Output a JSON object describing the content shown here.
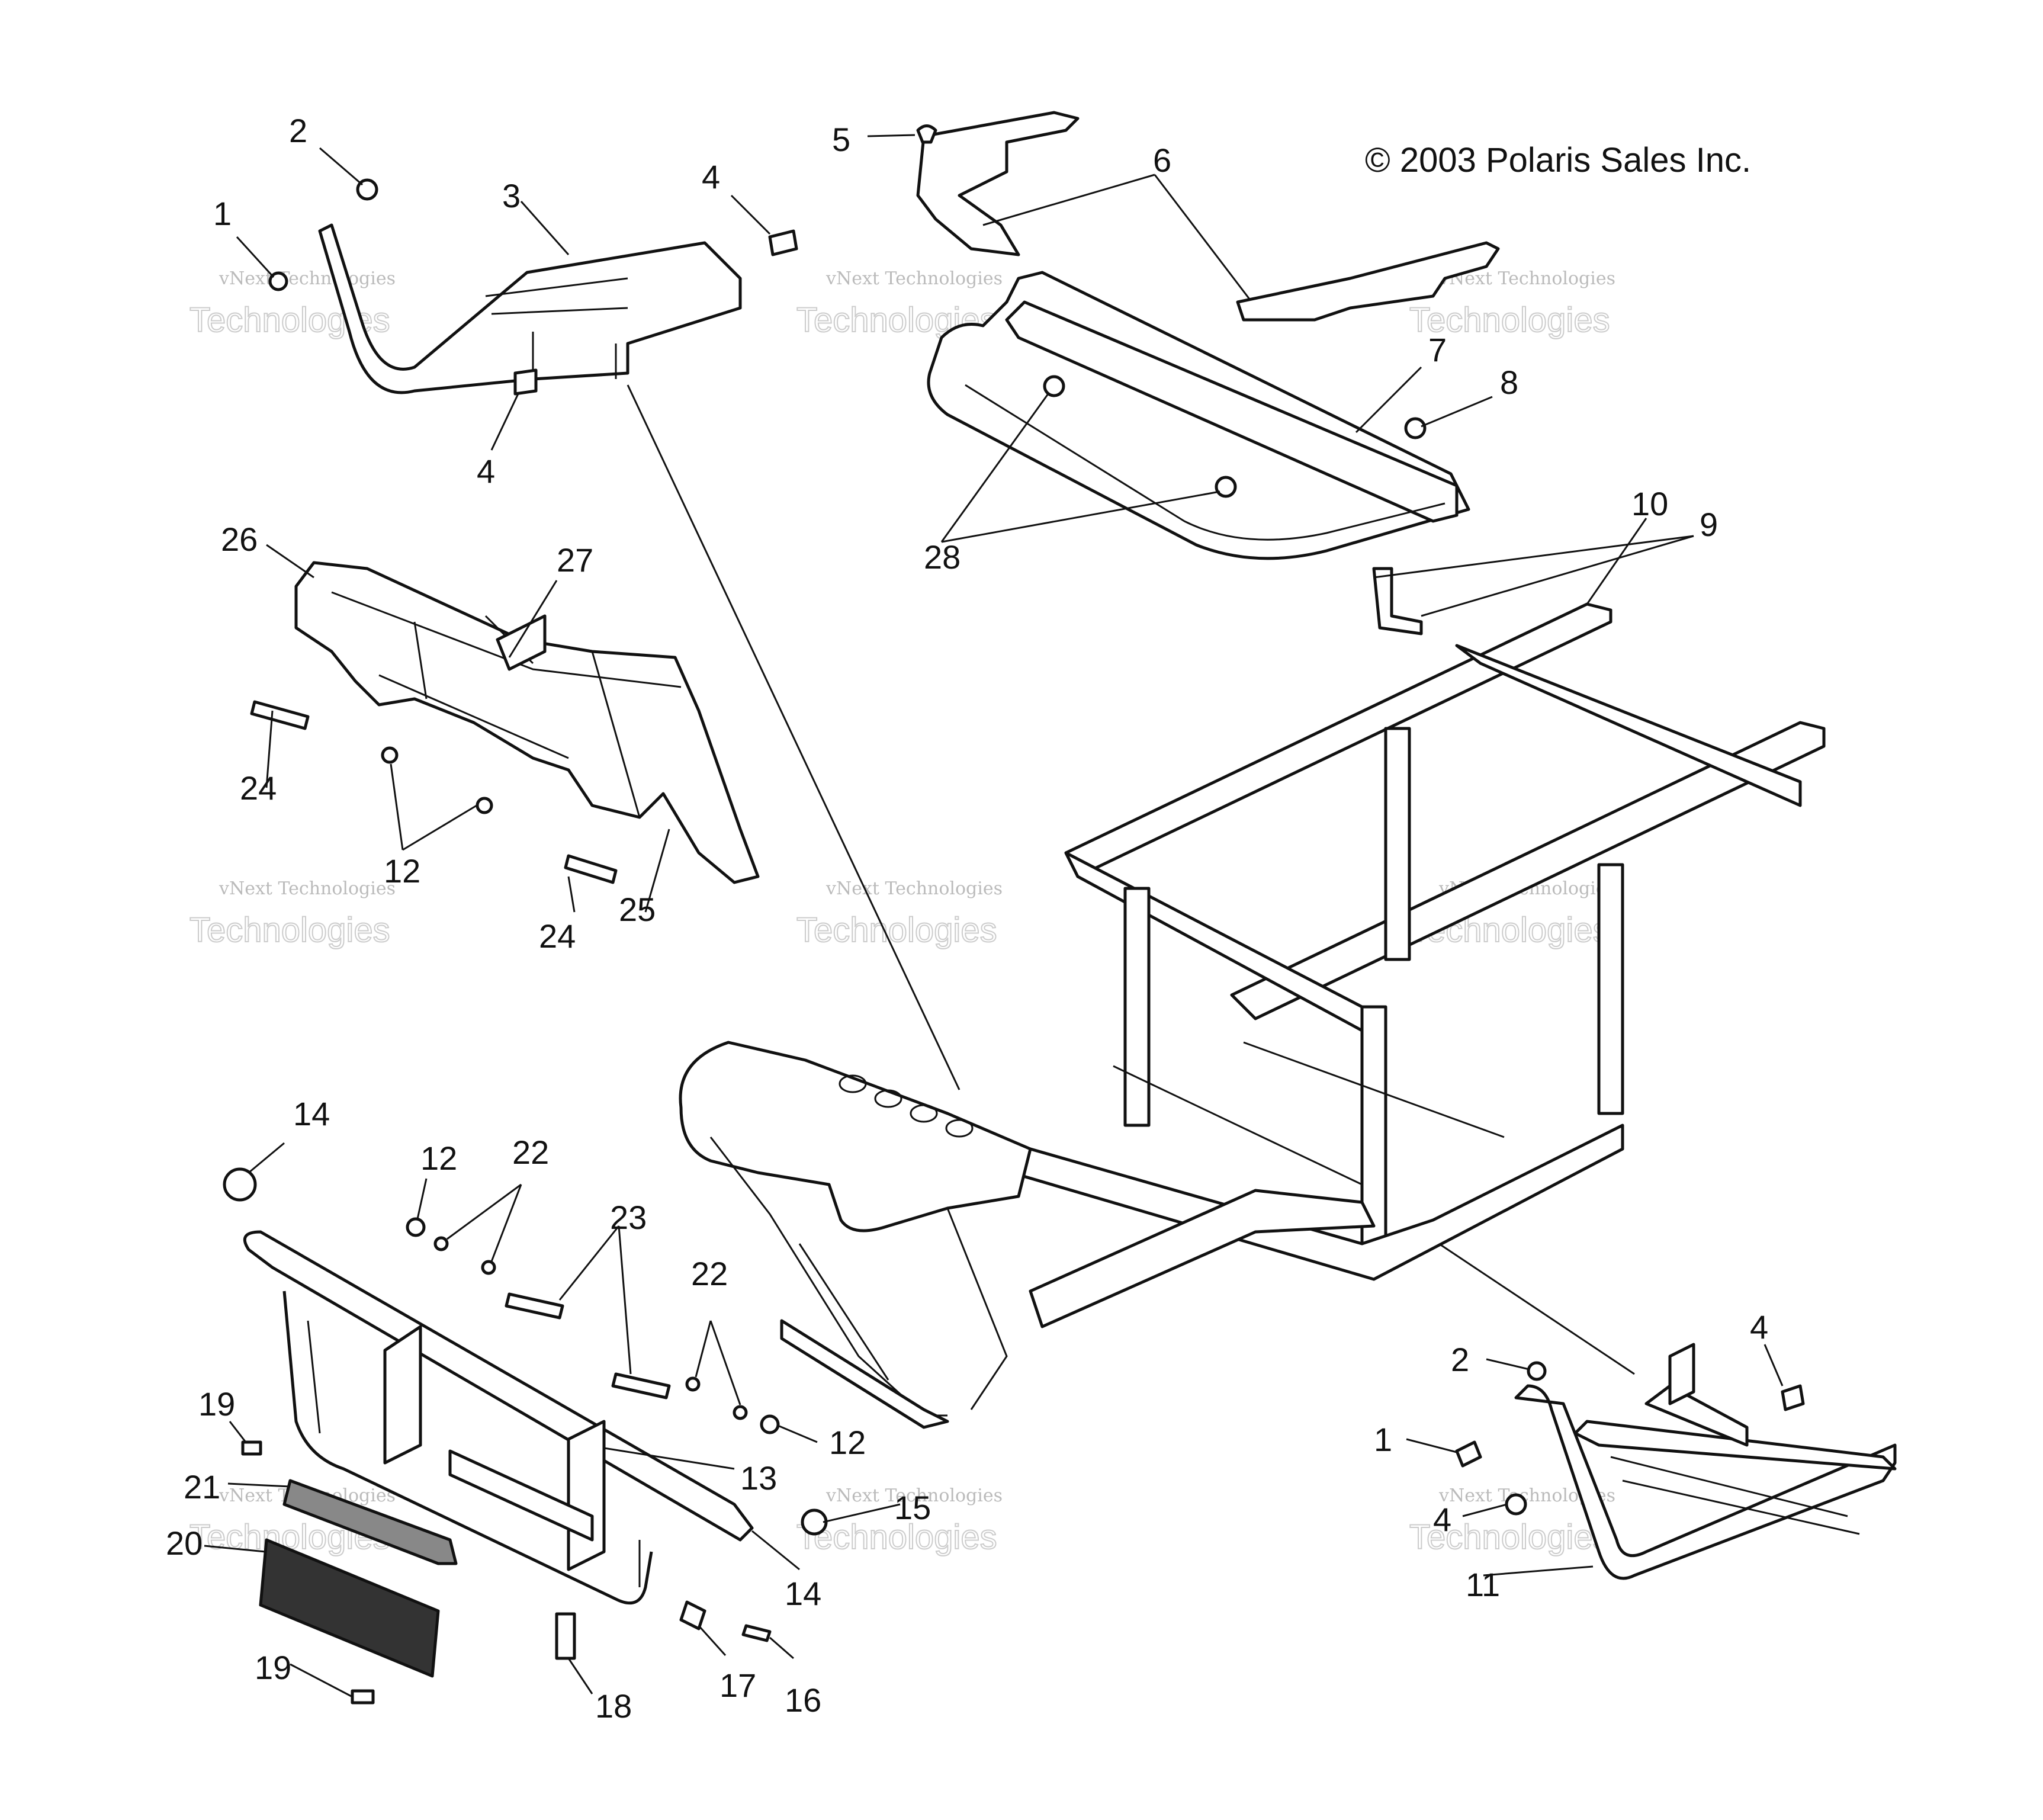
{
  "copyright": "© 2003 Polaris Sales Inc.",
  "watermark": {
    "line1": "vNext Technologies",
    "line2": "Technologies"
  },
  "callouts": [
    {
      "id": "c1a",
      "label": "1"
    },
    {
      "id": "c2a",
      "label": "2"
    },
    {
      "id": "c3",
      "label": "3"
    },
    {
      "id": "c4a",
      "label": "4"
    },
    {
      "id": "c4b",
      "label": "4"
    },
    {
      "id": "c5",
      "label": "5"
    },
    {
      "id": "c6",
      "label": "6"
    },
    {
      "id": "c7",
      "label": "7"
    },
    {
      "id": "c8",
      "label": "8"
    },
    {
      "id": "c9",
      "label": "9"
    },
    {
      "id": "c10",
      "label": "10"
    },
    {
      "id": "c11",
      "label": "11"
    },
    {
      "id": "c12a",
      "label": "12"
    },
    {
      "id": "c12b",
      "label": "12"
    },
    {
      "id": "c12c",
      "label": "12"
    },
    {
      "id": "c13",
      "label": "13"
    },
    {
      "id": "c14a",
      "label": "14"
    },
    {
      "id": "c14b",
      "label": "14"
    },
    {
      "id": "c15",
      "label": "15"
    },
    {
      "id": "c16",
      "label": "16"
    },
    {
      "id": "c17",
      "label": "17"
    },
    {
      "id": "c18",
      "label": "18"
    },
    {
      "id": "c19a",
      "label": "19"
    },
    {
      "id": "c19b",
      "label": "19"
    },
    {
      "id": "c20",
      "label": "20"
    },
    {
      "id": "c21",
      "label": "21"
    },
    {
      "id": "c22a",
      "label": "22"
    },
    {
      "id": "c22b",
      "label": "22"
    },
    {
      "id": "c23",
      "label": "23"
    },
    {
      "id": "c24a",
      "label": "24"
    },
    {
      "id": "c24b",
      "label": "24"
    },
    {
      "id": "c25",
      "label": "25"
    },
    {
      "id": "c26",
      "label": "26"
    },
    {
      "id": "c27",
      "label": "27"
    },
    {
      "id": "c28",
      "label": "28"
    },
    {
      "id": "c1b",
      "label": "1"
    },
    {
      "id": "c2b",
      "label": "2"
    },
    {
      "id": "c4c",
      "label": "4"
    },
    {
      "id": "c4d",
      "label": "4"
    }
  ]
}
